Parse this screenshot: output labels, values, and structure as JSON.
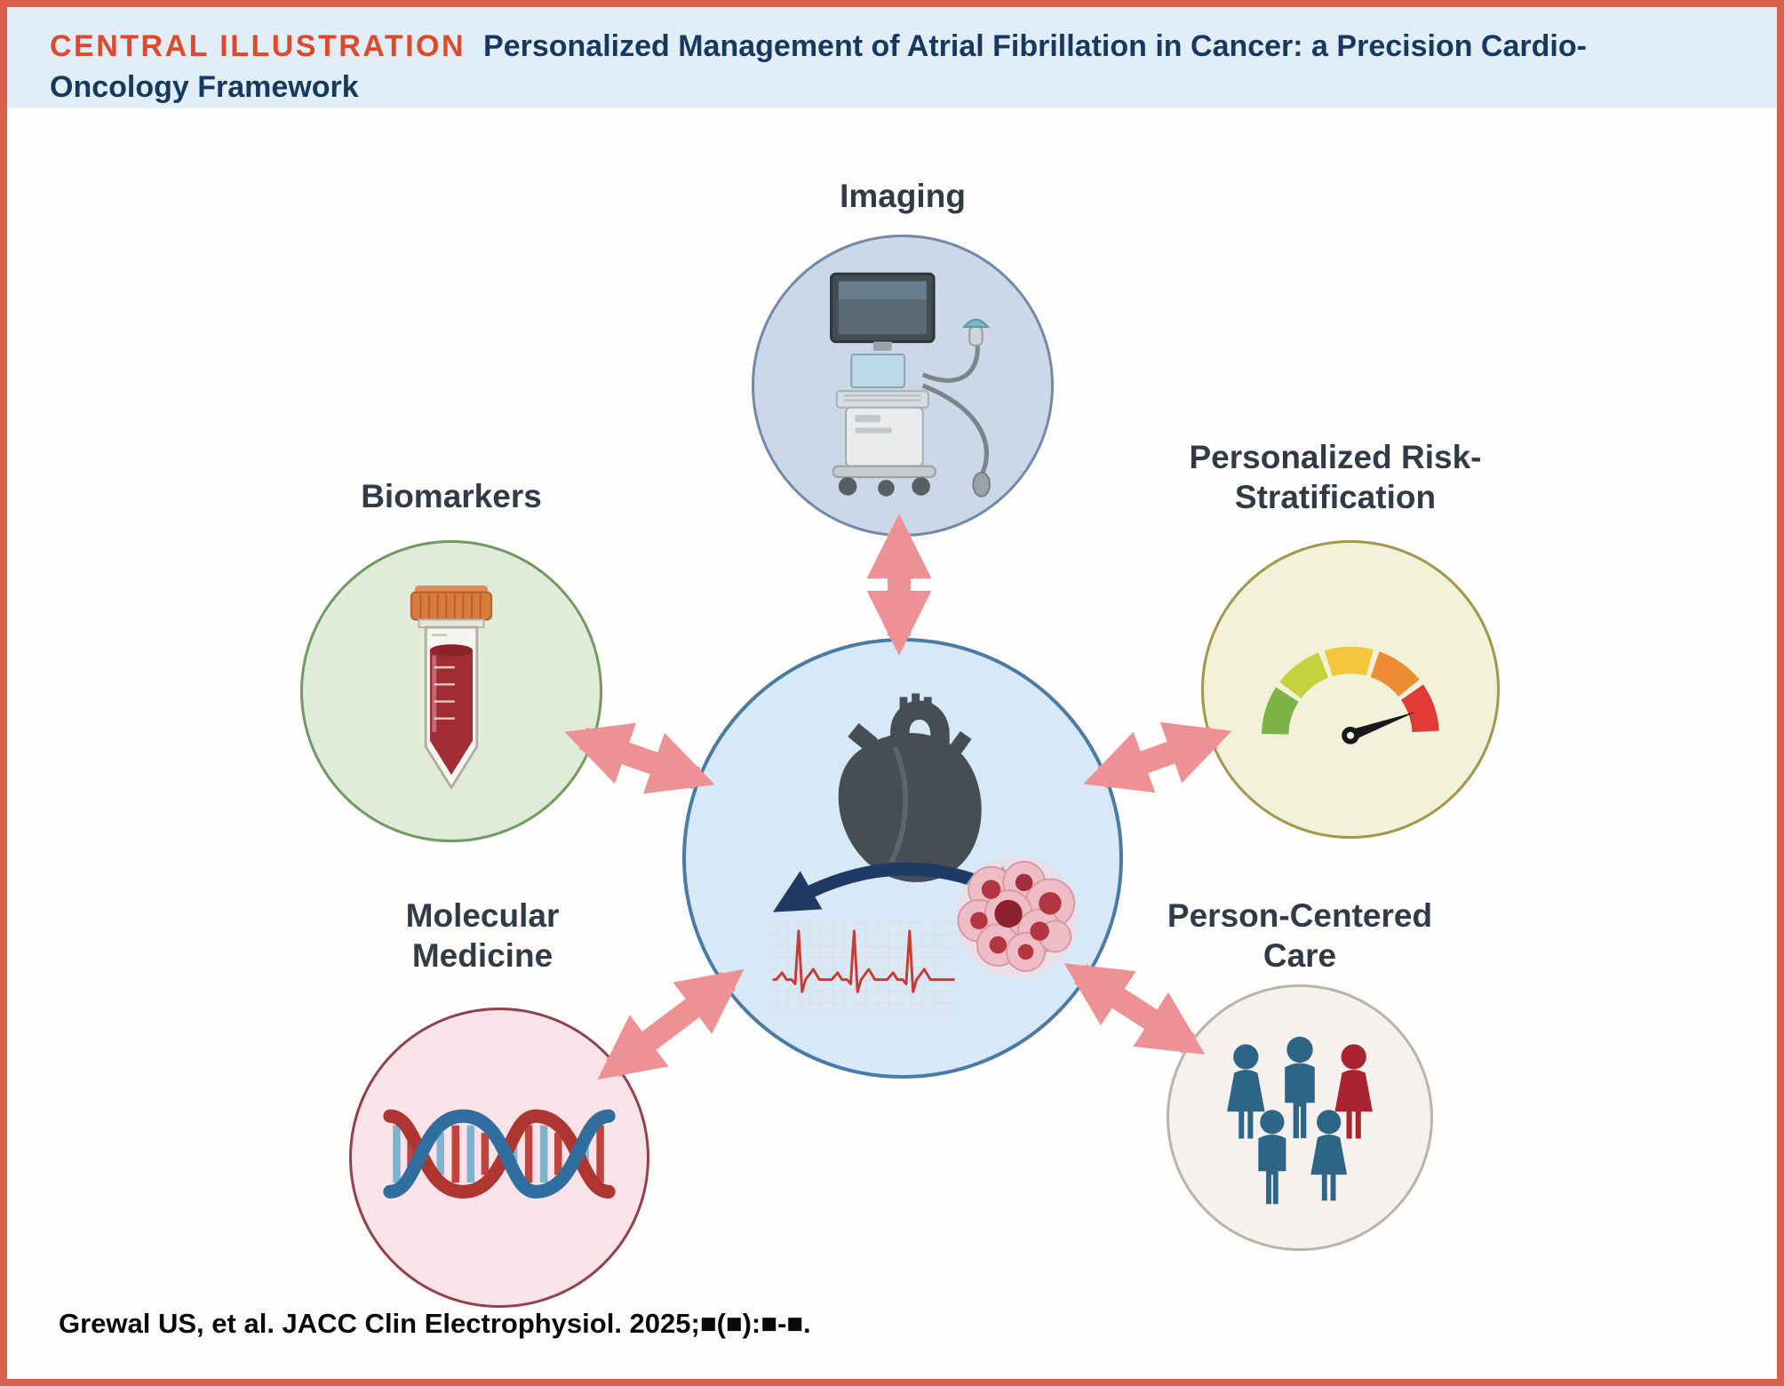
{
  "header": {
    "kicker": "CENTRAL ILLUSTRATION",
    "title": "Personalized Management of Atrial Fibrillation in Cancer: a Precision Cardio-Oncology Framework"
  },
  "nodes": {
    "imaging": {
      "label": "Imaging",
      "icon": "ultrasound-machine-icon",
      "fill": "#ccd8e8",
      "border": "#7289a8"
    },
    "biomarkers": {
      "label": "Biomarkers",
      "icon": "blood-sample-tube-icon",
      "fill": "#e0ecd9",
      "border": "#6f9b63"
    },
    "risk": {
      "label": "Personalized Risk-\nStratification",
      "icon": "risk-gauge-icon",
      "fill": "#f2f1d9",
      "border": "#a4964b"
    },
    "molecular": {
      "label": "Molecular\nMedicine",
      "icon": "dna-helix-icon",
      "fill": "#f9e3e8",
      "border": "#91404f"
    },
    "person": {
      "label": "Person-Centered\nCare",
      "icon": "people-group-icon",
      "fill": "#f6f1ec",
      "border": "#bab3a9"
    },
    "center": {
      "icons": [
        "heart-icon",
        "ecg-trace-icon",
        "cancer-cells-icon",
        "bidirectional-arrow-icon"
      ],
      "fill": "#d7e8f6",
      "border": "#4a7ba6"
    }
  },
  "footer": {
    "citation": "Grewal US, et al. JACC Clin Electrophysiol. 2025;■(■):■-■."
  },
  "colors": {
    "frame_border": "#d95f4f",
    "header_background": "#e1edf7",
    "kicker_red": "#e0482e",
    "title_blue": "#17395f",
    "connector_arrow_pink": "#ee9195",
    "central_arrow_navy": "#203a66",
    "label_text": "#313b48"
  }
}
